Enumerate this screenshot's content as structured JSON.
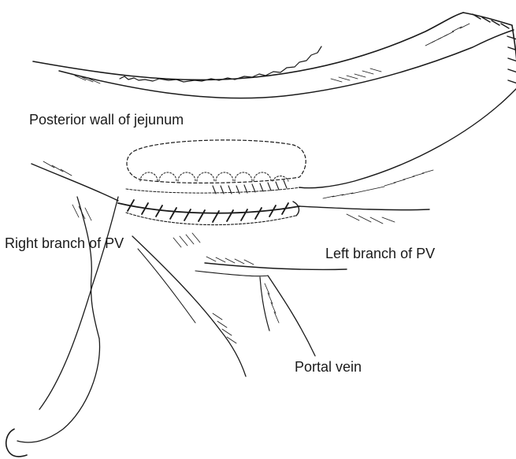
{
  "labels": {
    "posterior_wall": "Posterior wall of jejunum",
    "right_branch": "Right branch of PV",
    "left_branch": "Left branch of PV",
    "portal_vein": "Portal vein"
  },
  "colors": {
    "ink": "#1a1a1a",
    "background": "#ffffff"
  }
}
